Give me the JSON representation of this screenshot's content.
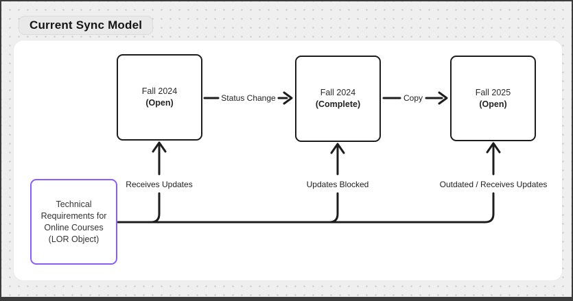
{
  "title": "Current Sync Model",
  "nodes": {
    "term1": {
      "line1": "Fall 2024",
      "line2": "(Open)"
    },
    "term2": {
      "line1": "Fall 2024",
      "line2": "(Complete)"
    },
    "term3": {
      "line1": "Fall 2025",
      "line2": "(Open)"
    },
    "lor": {
      "line1": "Technical",
      "line2": "Requirements for",
      "line3": "Online Courses",
      "line4": "(LOR Object)"
    }
  },
  "edges": {
    "status_change": "Status Change",
    "copy": "Copy",
    "receives_updates": "Receives Updates",
    "updates_blocked": "Updates Blocked",
    "outdated": "Outdated / Receives Updates"
  },
  "colors": {
    "accent_purple": "#8b5cf6",
    "node_border": "#1c1c1c",
    "connector_line": "#1d1d1d",
    "canvas": "#ffffff",
    "dotted_background": "#efeff0",
    "title_pill_bg": "#e9e9ea",
    "frame": "#3c3c3c"
  }
}
